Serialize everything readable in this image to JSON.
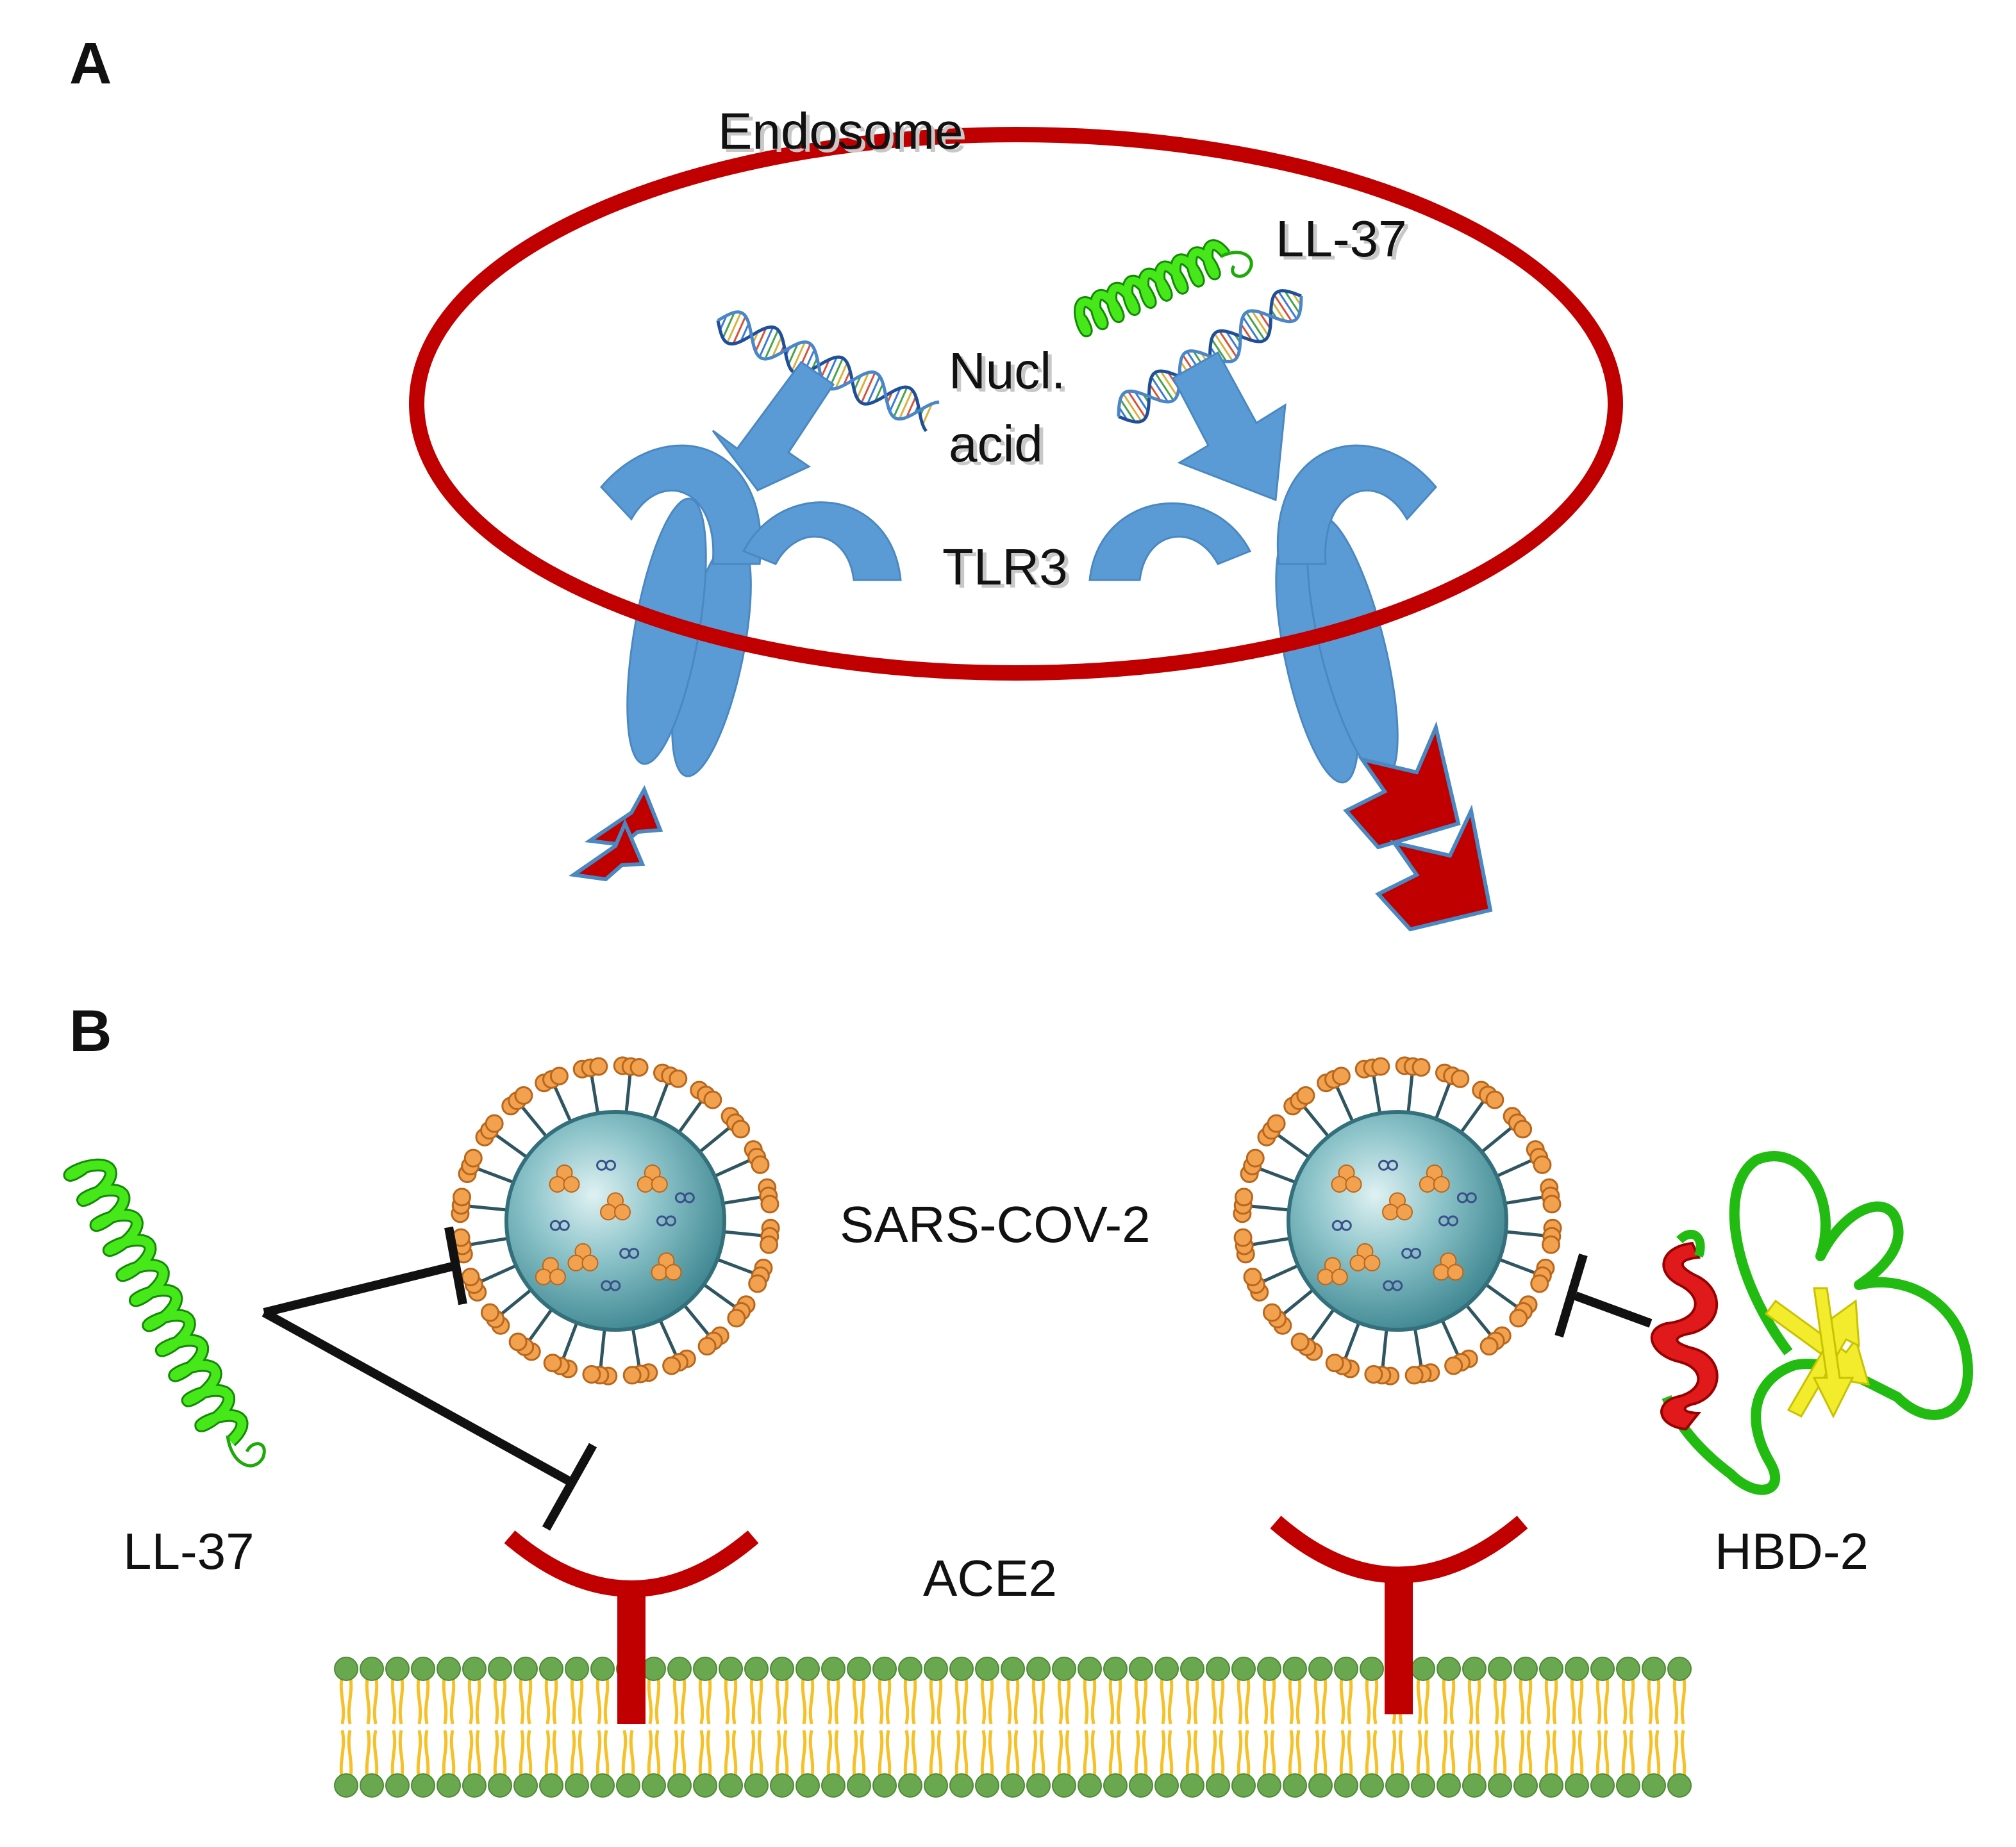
{
  "panel_a": {
    "letter": "A",
    "endosome_label": "Endosome",
    "ll37_label": "LL-37",
    "nucleic_acid_label_line1": "Nucl.",
    "nucleic_acid_label_line2": "acid",
    "tlr3_label": "TLR3"
  },
  "panel_b": {
    "letter": "B",
    "virus_label": "SARS-COV-2",
    "ll37_label": "LL-37",
    "hbd2_label": "HBD-2",
    "ace2_label": "ACE2"
  },
  "colors": {
    "endosome": "#c00000",
    "receptor": "#5b9bd5",
    "signal_arrow": "#c00000",
    "ace2": "#c00000",
    "virus_body": "#4f9aa4",
    "spike": "#f2a24e",
    "helix": "#33cc11",
    "hbd2_helix": "#e01a1a",
    "hbd2_sheet": "#f2ec2c",
    "membrane_head": "#6aa84f",
    "membrane_tail": "#f6c026"
  },
  "icons": [
    "dna-helix-icon",
    "alpha-helix-icon",
    "virus-icon",
    "protein-ribbon-icon",
    "membrane-icon"
  ]
}
